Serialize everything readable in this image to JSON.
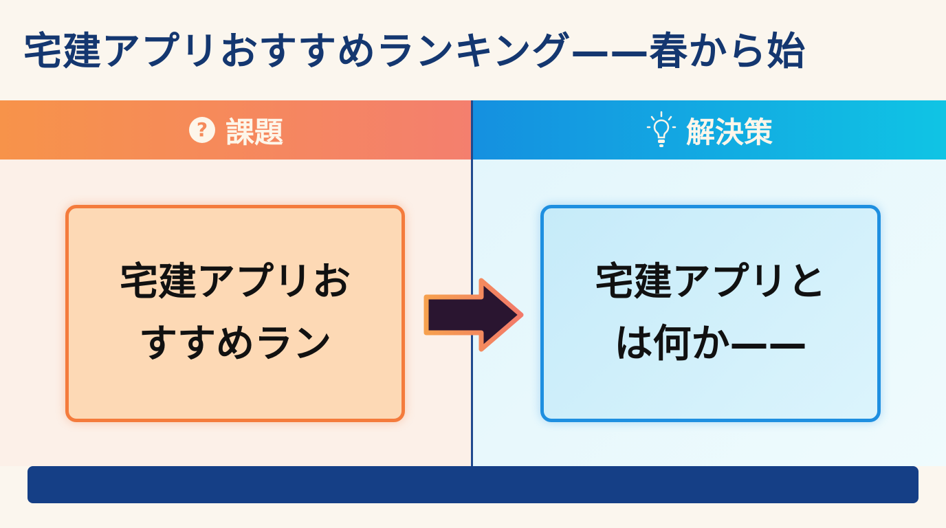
{
  "title": "宅建アプリおすすめランキング——春から始",
  "left": {
    "header": "課題",
    "box_text_1": "宅建アプリお",
    "box_text_2": "すすめラン",
    "icon": "question-circle-icon"
  },
  "right": {
    "header": "解決策",
    "box_text_1": "宅建アプリと",
    "box_text_2": "は何か——",
    "icon": "lightbulb-icon"
  },
  "colors": {
    "navy": "#143770",
    "orange": "#f47b3c",
    "blue": "#1e8fe0"
  }
}
